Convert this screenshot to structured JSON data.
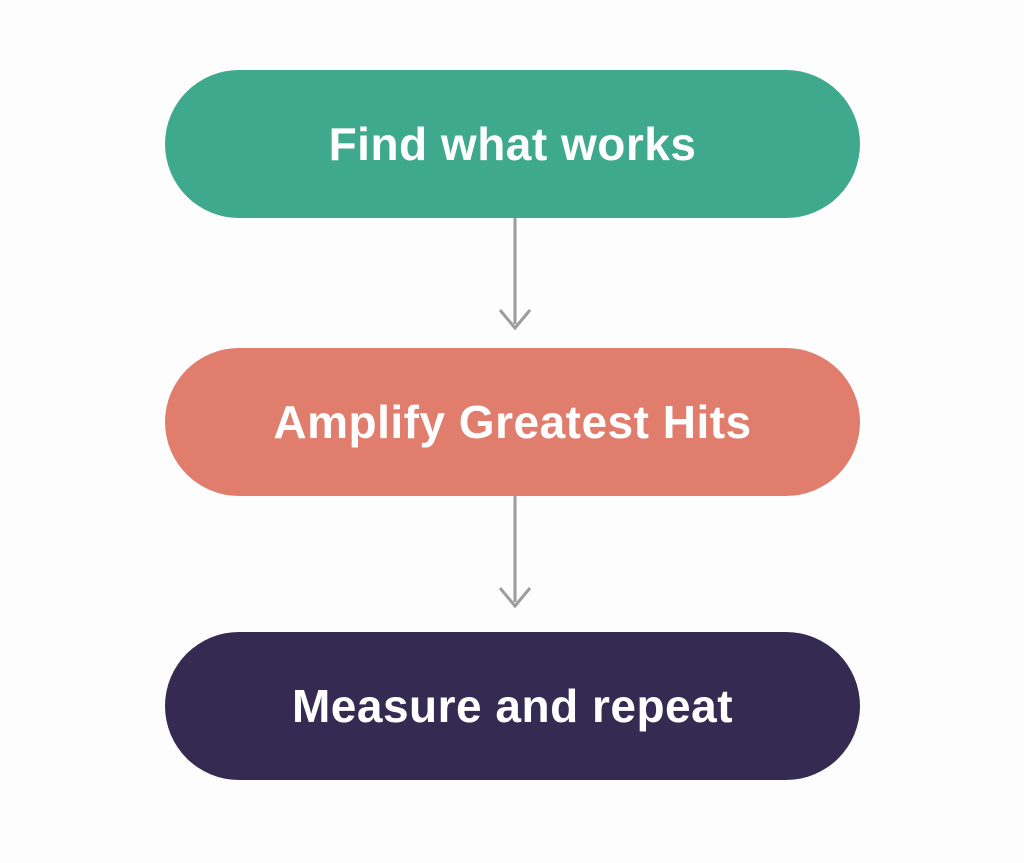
{
  "canvas": {
    "background": "#FDFDFD"
  },
  "flow": {
    "title": "",
    "steps": [
      {
        "label": "Find what works",
        "color": "#3FA98E",
        "text_color": "#FFFFFF"
      },
      {
        "label": "Amplify Greatest Hits",
        "color": "#E07D6D",
        "text_color": "#FFFFFF"
      },
      {
        "label": "Measure and repeat",
        "color": "#352A52",
        "text_color": "#FFFFFF"
      }
    ],
    "connectors": [
      {
        "from": "Find what works",
        "to": "Amplify Greatest Hits",
        "direction": "down"
      },
      {
        "from": "Amplify Greatest Hits",
        "to": "Measure and repeat",
        "direction": "down"
      }
    ],
    "arrow_color": "#9C9C9C"
  }
}
